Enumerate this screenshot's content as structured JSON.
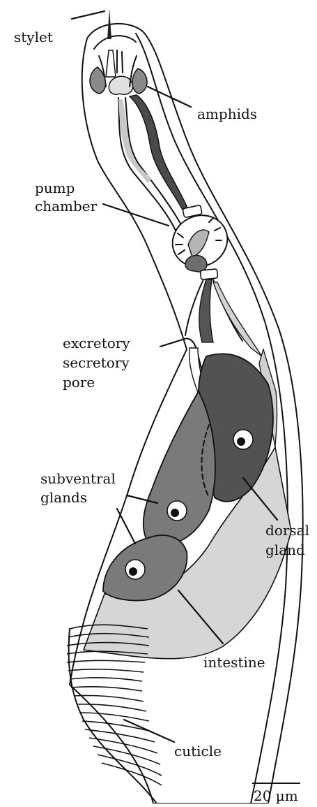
{
  "labels": {
    "stylet": "stylet",
    "amphids": "amphids",
    "pump_chamber": [
      "pump",
      "chamber"
    ],
    "excretory_pore": [
      "excretory",
      "secretory",
      "pore"
    ],
    "subventral_glands": [
      "subventral",
      "glands"
    ],
    "dorsal_gland": [
      "dorsal",
      "gland"
    ],
    "intestine": "intestine",
    "cuticle": "cuticle"
  },
  "scale_bar": {
    "label": "20 µm"
  },
  "colors": {
    "dark_gland": "#5a5a5a",
    "mid_gland": "#7e7e7e",
    "light_tissue": "#d6d6d6",
    "outline": "#111111",
    "background": "#ffffff"
  }
}
